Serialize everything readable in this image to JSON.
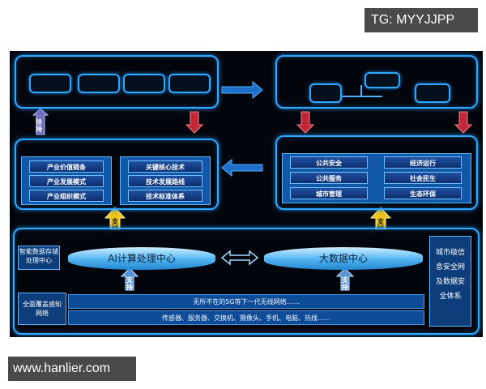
{
  "watermarks": {
    "top": "TG: MYYJJPP",
    "bottom": "www.hanlier.com"
  },
  "arrows": {
    "support_up": "扶持",
    "support": "支持"
  },
  "industry_panel": {
    "left_items": [
      "产业价值链条",
      "产业发展模式",
      "产业组织模式"
    ],
    "right_items": [
      "关键核心技术",
      "技术发展路线",
      "技术标准体系"
    ]
  },
  "city_panel": {
    "left_items": [
      "公共安全",
      "公共服务",
      "城市管理"
    ],
    "right_items": [
      "经济运行",
      "社会民生",
      "生态环保"
    ]
  },
  "base": {
    "storage_label": "智能数据存储处理中心",
    "ai_center": "AI计算处理中心",
    "bigdata_center": "大数据中心",
    "sensing_label": "全面覆盖感知网络",
    "network_line1": "无所不在的5G等下一代无线网络……",
    "network_line2": "传感器、服务器、交换机、摄像头、手机、电脑、热线……",
    "security_label": "城市级信息安全网及数据安全体系"
  },
  "colors": {
    "frame": "#2fa8ff",
    "box": "#1258a8",
    "arrow_red": "#c0283a",
    "arrow_yellow": "#f2c418",
    "arrow_purple": "#6d6fb8"
  }
}
